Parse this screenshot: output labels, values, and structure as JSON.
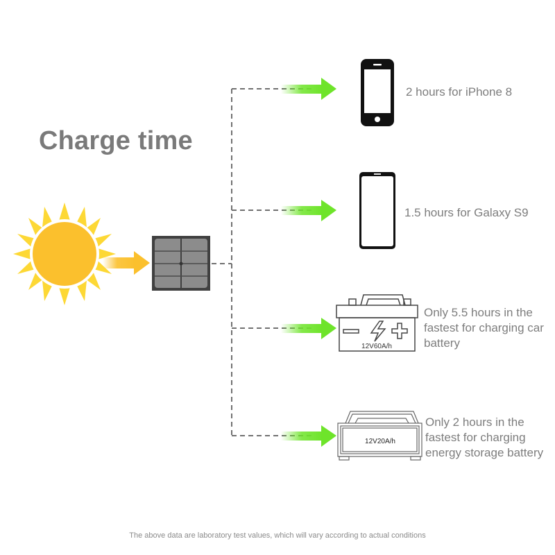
{
  "title": "Charge time",
  "source": {
    "sun_icon": "sun-icon",
    "panel_icon": "solar-panel-icon"
  },
  "colors": {
    "title": "#7a7a7a",
    "label": "#7d7d7d",
    "sun": "#fbc02d",
    "sun_rays": "#fdd835",
    "arrow_sun": "#fbc02d",
    "arrow_green": "#6ee42a",
    "dash": "#707070",
    "panel_frame": "#404040",
    "panel_cell": "#8a8a8a"
  },
  "devices": [
    {
      "icon": "iphone-icon",
      "label": "2 hours for iPhone 8"
    },
    {
      "icon": "galaxy-phone-icon",
      "label": "1.5 hours for Galaxy S9"
    },
    {
      "icon": "car-battery-icon",
      "battery_label": "12V60A/h",
      "label_lines": [
        "Only 5.5 hours in the",
        "fastest for charging car",
        "battery"
      ]
    },
    {
      "icon": "storage-battery-icon",
      "battery_label": "12V20A/h",
      "label_lines": [
        "Only 2 hours in the",
        "fastest for charging",
        "energy storage battery"
      ]
    }
  ],
  "footer": "The above data are laboratory test values, which will vary according to actual conditions"
}
